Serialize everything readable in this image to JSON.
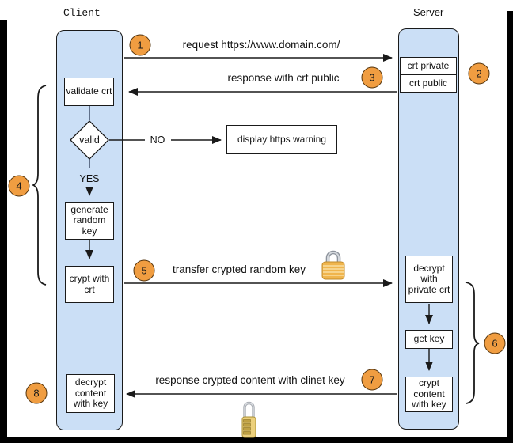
{
  "header": {
    "client_label": "Client",
    "server_label": "Server"
  },
  "steps": [
    {
      "n": "1"
    },
    {
      "n": "2"
    },
    {
      "n": "3"
    },
    {
      "n": "4"
    },
    {
      "n": "5"
    },
    {
      "n": "6"
    },
    {
      "n": "7"
    },
    {
      "n": "8"
    }
  ],
  "messages": {
    "request": "request https://www.domain.com/",
    "response_public": "response with crt public",
    "transfer_key": "transfer crypted random key",
    "response_content": "response crypted content with clinet key"
  },
  "client_flow": {
    "validate": "validate crt",
    "decision": "valid",
    "no_label": "NO",
    "yes_label": "YES",
    "warning": "display https warning",
    "generate": "generate random key",
    "crypt": "crypt with crt",
    "decrypt": "decrypt content with key"
  },
  "server_flow": {
    "crt_private": "crt private",
    "crt_public": "crt public",
    "decrypt_private": "decrypt with private crt",
    "get_key": "get key",
    "crypt_content": "crypt content with key"
  },
  "icons": {
    "top_lock": "closed-padlock-icon",
    "bottom_lock": "combination-padlock-icon"
  },
  "colors": {
    "lifeline_fill": "#cbdff6",
    "step_circle_fill": "#f09d41",
    "lock_gold": "#f0b54d",
    "line_color": "#1a1a1a"
  }
}
